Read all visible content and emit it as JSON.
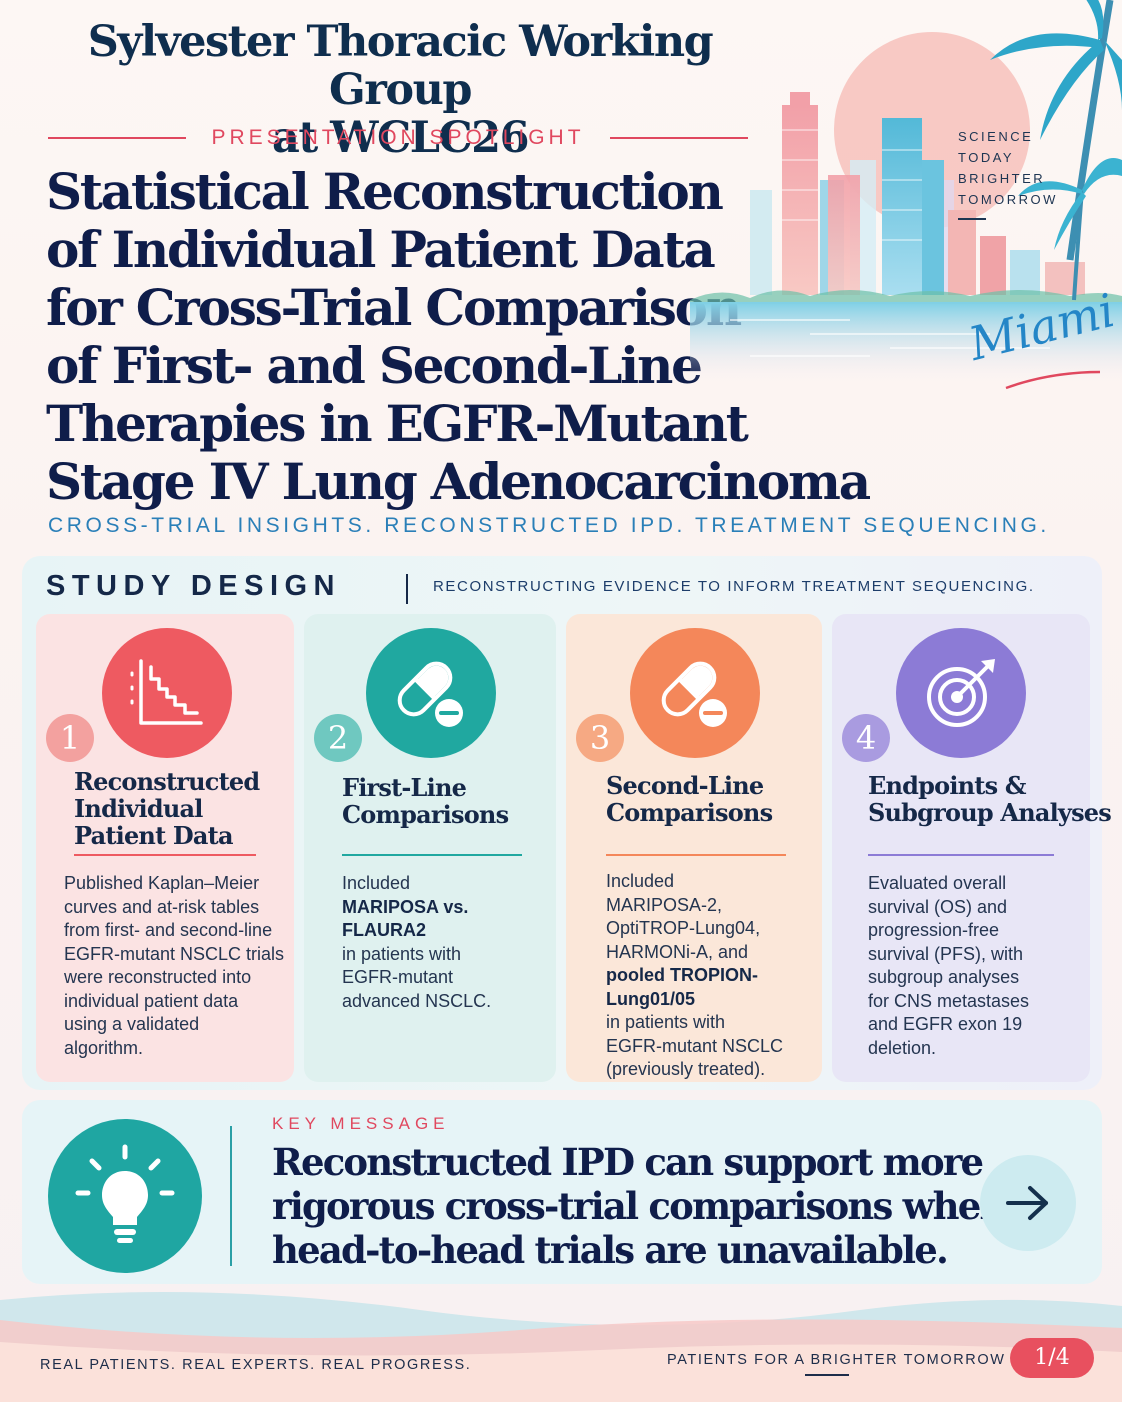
{
  "header": {
    "org_title_line1": "Sylvester Thoracic Working Group",
    "org_title_line2": "at WCLC26",
    "spotlight": "PRESENTATION SPOTLIGHT",
    "title_lines": [
      "Statistical Reconstruction",
      "of Individual Patient Data",
      "for Cross-Trial Comparison",
      "of First- and Second-Line",
      "Therapies in EGFR-Mutant",
      "Stage IV Lung Adenocarcinoma"
    ],
    "tagline": "CROSS-TRIAL INSIGHTS. RECONSTRUCTED IPD. TREATMENT SEQUENCING."
  },
  "illustration": {
    "slogan_lines": [
      "SCIENCE",
      "TODAY",
      "BRIGHTER",
      "TOMORROW"
    ],
    "city_script": "Miami"
  },
  "study_design": {
    "title": "STUDY DESIGN",
    "subtitle": "RECONSTRUCTING EVIDENCE TO INFORM TREATMENT SEQUENCING.",
    "cards": [
      {
        "number": "1",
        "icon": "kaplan-meier-chart-icon",
        "color": "#ee5a61",
        "title_lines": [
          "Reconstructed",
          "Individual",
          "Patient Data"
        ],
        "body_lines": [
          "Published Kaplan–Meier",
          "curves and at-risk tables",
          "from first- and second-line",
          "EGFR-mutant NSCLC trials",
          "were reconstructed into",
          "individual patient data",
          "using a validated",
          "algorithm."
        ]
      },
      {
        "number": "2",
        "icon": "pill-capsule-icon",
        "color": "#20a8a0",
        "title_lines": [
          "First-Line",
          "Comparisons"
        ],
        "body_lines": [
          "Included",
          "MARIPOSA vs.",
          "FLAURA2",
          "in patients with",
          "EGFR-mutant",
          "advanced NSCLC."
        ]
      },
      {
        "number": "3",
        "icon": "pill-capsule-icon",
        "color": "#f4875a",
        "title_lines": [
          "Second-Line",
          "Comparisons"
        ],
        "body_lines": [
          "Included",
          "MARIPOSA-2,",
          "OptiTROP-Lung04,",
          "HARMONi-A, and",
          "pooled TROPION-",
          "Lung01/05",
          "in patients with",
          "EGFR-mutant NSCLC",
          "(previously treated)."
        ]
      },
      {
        "number": "4",
        "icon": "target-arrow-icon",
        "color": "#8c7bd6",
        "title_lines": [
          "Endpoints &",
          "Subgroup Analyses"
        ],
        "body_lines": [
          "Evaluated overall",
          "survival (OS) and",
          "progression-free",
          "survival (PFS), with",
          "subgroup analyses",
          "for CNS metastases",
          "and EGFR exon 19",
          "deletion."
        ]
      }
    ]
  },
  "key_message": {
    "label": "KEY MESSAGE",
    "text_lines": [
      "Reconstructed IPD can support more",
      "rigorous cross-trial comparisons when",
      "head-to-head trials are unavailable."
    ]
  },
  "footer": {
    "left": "REAL PATIENTS. REAL EXPERTS. REAL PROGRESS.",
    "right": "PATIENTS FOR A BRIGHTER TOMORROW",
    "page": "1/4"
  },
  "colors": {
    "navy": "#0f1d4a",
    "coral": "#e0485f",
    "teal": "#1fa6a2",
    "blue": "#2a7fb8"
  }
}
